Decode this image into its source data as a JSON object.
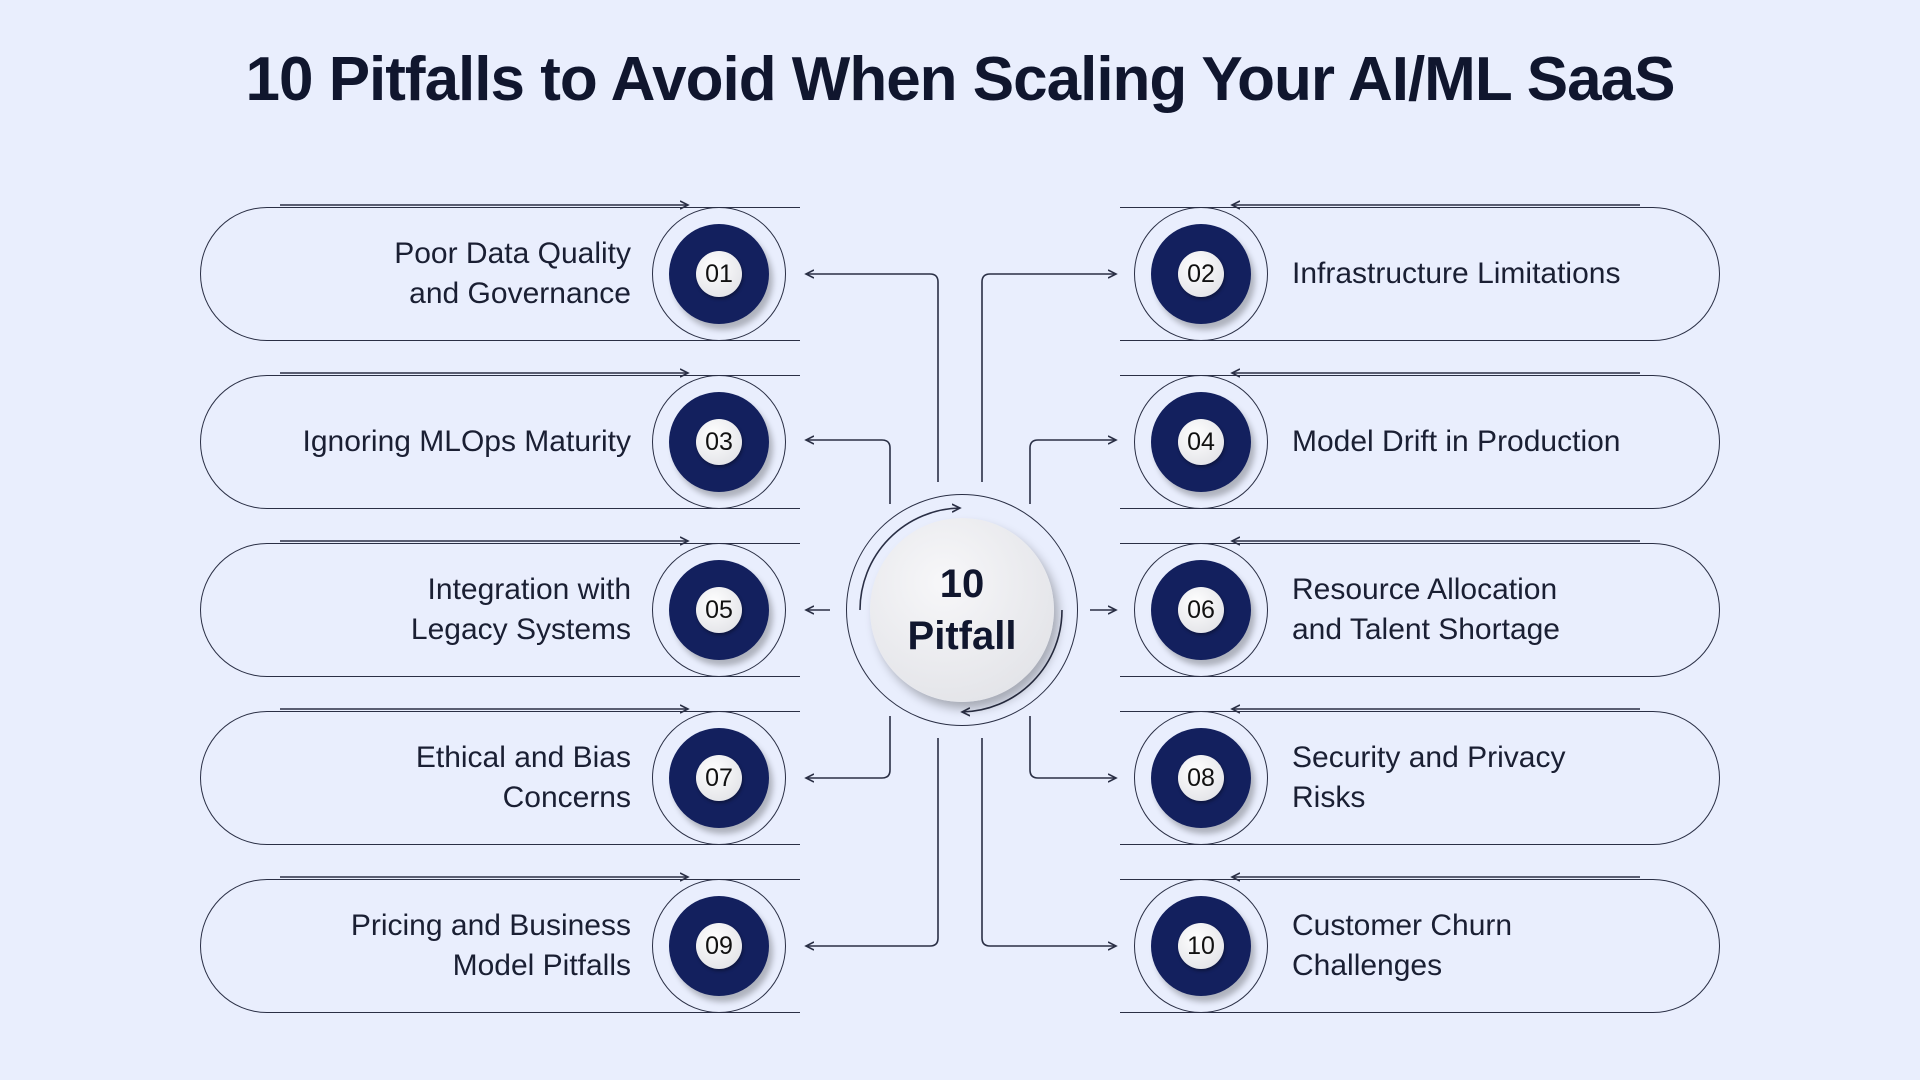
{
  "title": "10 Pitfalls to Avoid When Scaling Your AI/ML SaaS",
  "hub": {
    "line1": "10",
    "line2": "Pitfall"
  },
  "items": [
    {
      "num": "01",
      "label": "Poor Data Quality\nand Governance"
    },
    {
      "num": "02",
      "label": "Infrastructure Limitations"
    },
    {
      "num": "03",
      "label": "Ignoring MLOps Maturity"
    },
    {
      "num": "04",
      "label": "Model Drift in Production"
    },
    {
      "num": "05",
      "label": "Integration with\nLegacy Systems"
    },
    {
      "num": "06",
      "label": "Resource Allocation\nand Talent Shortage"
    },
    {
      "num": "07",
      "label": "Ethical and Bias\nConcerns"
    },
    {
      "num": "08",
      "label": "Security and Privacy\nRisks"
    },
    {
      "num": "09",
      "label": "Pricing and Business\nModel Pitfalls"
    },
    {
      "num": "10",
      "label": "Customer Churn\nChallenges"
    }
  ],
  "colors": {
    "background": "#e9eefd",
    "badge": "#13205e",
    "outline": "#2a2f45",
    "text": "#10162e"
  }
}
